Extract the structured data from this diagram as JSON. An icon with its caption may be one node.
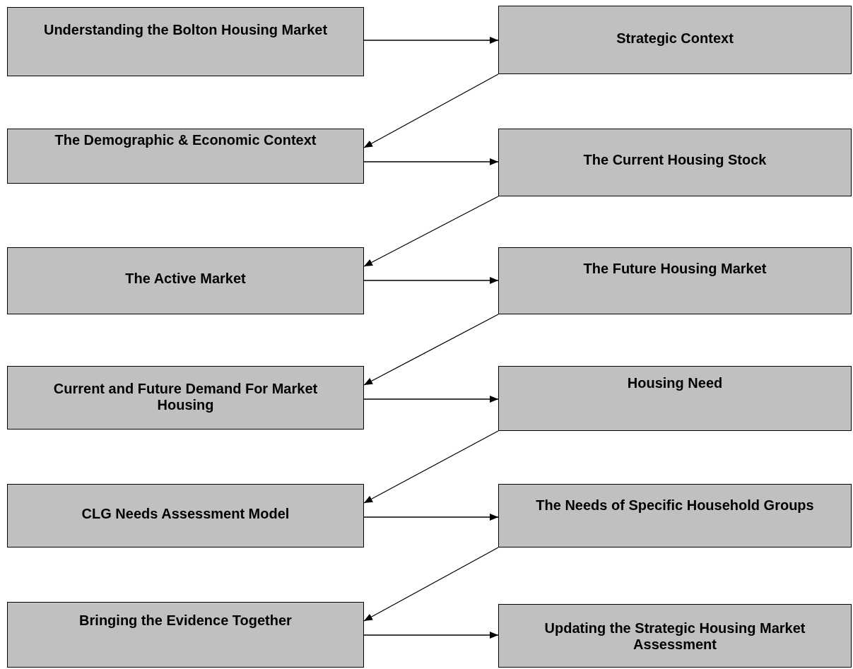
{
  "diagram": {
    "nodes": [
      {
        "text": [
          "Understanding the Bolton Housing Market"
        ]
      },
      {
        "text": [
          "Strategic Context"
        ]
      },
      {
        "text": [
          "The Demographic & Economic Context"
        ]
      },
      {
        "text": [
          "The Current Housing Stock"
        ]
      },
      {
        "text": [
          "The Active Market"
        ]
      },
      {
        "text": [
          "The Future Housing Market"
        ]
      },
      {
        "text": [
          "Current and Future Demand For Market Housing"
        ]
      },
      {
        "text": [
          "Housing Need"
        ]
      },
      {
        "text": [
          "CLG Needs Assessment Model"
        ]
      },
      {
        "text": [
          "The Needs of Specific Household Groups"
        ]
      },
      {
        "text": [
          "Bringing the Evidence Together"
        ]
      },
      {
        "text": [
          "Updating the Strategic Housing Market Assessment"
        ]
      }
    ],
    "edges": [
      {
        "from": 0,
        "to": 1,
        "arrow": "to"
      },
      {
        "from": 1,
        "to": 2,
        "arrow": "to"
      },
      {
        "from": 2,
        "to": 3,
        "arrow": "to"
      },
      {
        "from": 3,
        "to": 4,
        "arrow": "to"
      },
      {
        "from": 4,
        "to": 5,
        "arrow": "to"
      },
      {
        "from": 5,
        "to": 6,
        "arrow": "to"
      },
      {
        "from": 6,
        "to": 7,
        "arrow": "to"
      },
      {
        "from": 7,
        "to": 8,
        "arrow": "to"
      },
      {
        "from": 8,
        "to": 9,
        "arrow": "to"
      },
      {
        "from": 9,
        "to": 10,
        "arrow": "to"
      },
      {
        "from": 10,
        "to": 11,
        "arrow": "to"
      }
    ]
  }
}
